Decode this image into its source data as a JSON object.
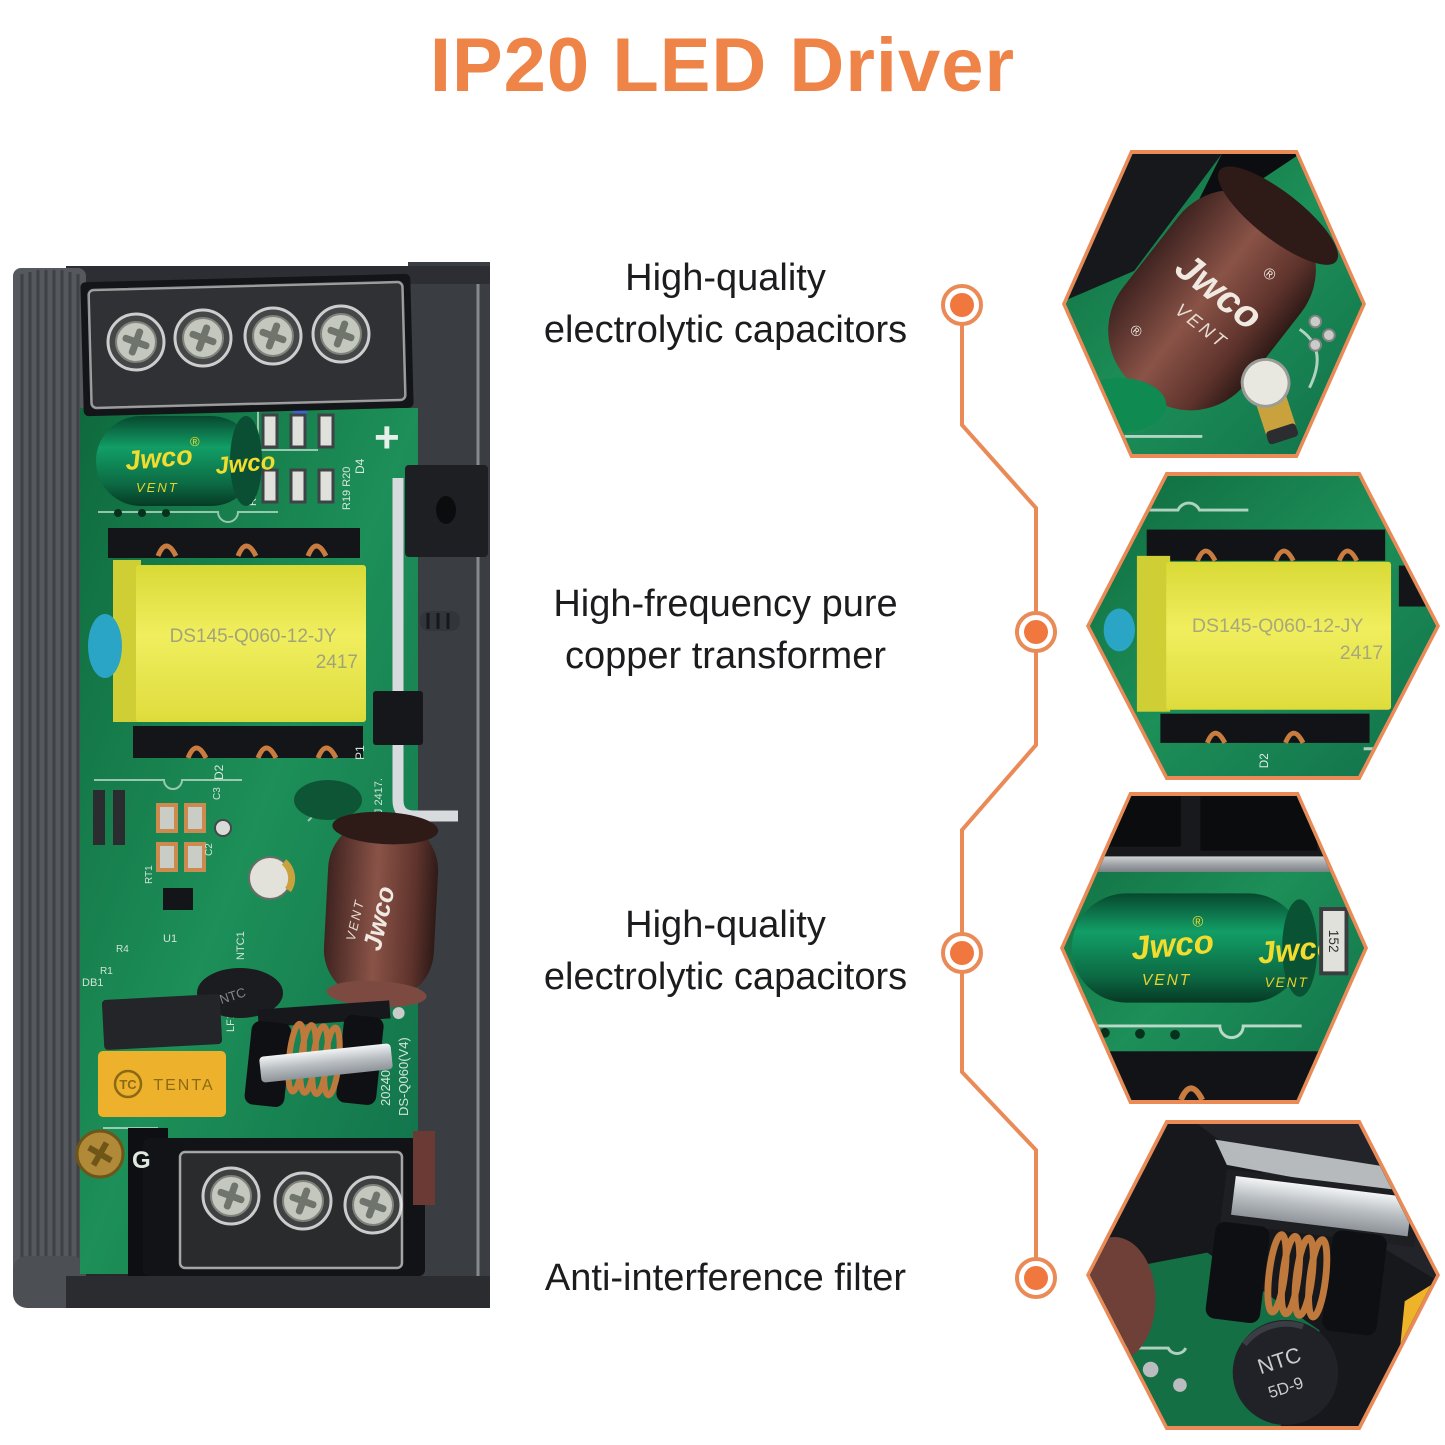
{
  "title": {
    "text": "IP20 LED Driver"
  },
  "palette": {
    "title_orange": "#EF8449",
    "connector_orange": "#EA8A57",
    "dot_orange": "#F0773E",
    "text_dark": "#1C1C1E",
    "pcb_green": "#157546",
    "transformer_yellow": "#EDE44C",
    "capacitor_green": "#0E8655",
    "capacitor_brown": "#7A4A40",
    "background": "#FFFFFF"
  },
  "callouts": [
    {
      "line1": "High-quality",
      "line2": "electrolytic capacitors"
    },
    {
      "line1": "High-frequency pure",
      "line2": "copper transformer"
    },
    {
      "line1": "High-quality",
      "line2": "electrolytic capacitors"
    },
    {
      "line1": "Anti-interference filter",
      "line2": ""
    }
  ],
  "product_photo": {
    "description": "Opened IP20 LED driver showing internal PCB in aluminum housing",
    "markings": {
      "green_cap_brand": "Jwco",
      "green_cap_reg": "®",
      "green_cap_vent": "VENT",
      "transformer_model": "DS145-Q060-12-JY",
      "transformer_batch": "2417",
      "plus_silkscreen": "+",
      "d4": "D4",
      "r18": "R18",
      "r19_r20": "R19 R20",
      "p1": "P1",
      "drj": "DRJ 2417.",
      "date_code": "20240922",
      "board_model": "DS-Q060(V4)",
      "brown_cap_brand": "Jwco",
      "brown_cap_vent": "VENT",
      "ntc": "NTC",
      "film_cap_logo": "TC",
      "film_cap_brand": "TENTA",
      "db1": "DB1",
      "u1": "U1",
      "r1": "R1",
      "r4": "R4",
      "rt1": "RT1",
      "ntc1": "NTC1",
      "lf1": "LF1",
      "c2": "C2",
      "c3": "C3",
      "d2": "D2",
      "ground": "G"
    }
  },
  "hexagons": [
    {
      "id": "electrolytic-capacitor-detail",
      "cap_brand": "Jwco",
      "cap_reg": "®",
      "cap_vent": "VENT"
    },
    {
      "id": "transformer-detail",
      "model": "DS145-Q060-12-JY",
      "batch": "2417",
      "d2": "D2"
    },
    {
      "id": "green-capacitor-detail",
      "cap_brand": "Jwco",
      "cap_reg": "®",
      "cap_vent": "VENT",
      "resistor_code": "152"
    },
    {
      "id": "anti-interference-filter-detail",
      "ntc_line1": "NTC",
      "ntc_line2": "5D-9"
    }
  ]
}
